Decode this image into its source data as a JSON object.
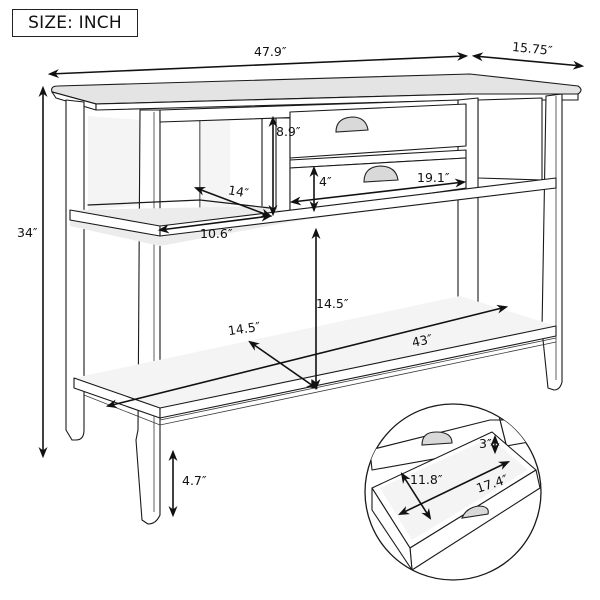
{
  "title_box": {
    "label": "SIZE: INCH"
  },
  "subject": "Console table with two drawers and two open shelves",
  "dimensions": {
    "overall_width": "47.9″",
    "overall_depth": "15.75″",
    "overall_height": "34″",
    "drawer_opening_height": "8.9″",
    "drawer_front_height": "4″",
    "drawer_width": "19.1″",
    "side_shelf_depth": "14″",
    "side_shelf_width": "10.6″",
    "bottom_shelf_clearance": "14.5″",
    "bottom_shelf_depth": "14.5″",
    "bottom_shelf_width": "43″",
    "leg_clearance": "4.7″"
  },
  "inset_detail": {
    "description": "Open drawer interior detail",
    "interior_depth": "11.8″",
    "interior_width": "17.4″",
    "interior_height": "3″"
  }
}
